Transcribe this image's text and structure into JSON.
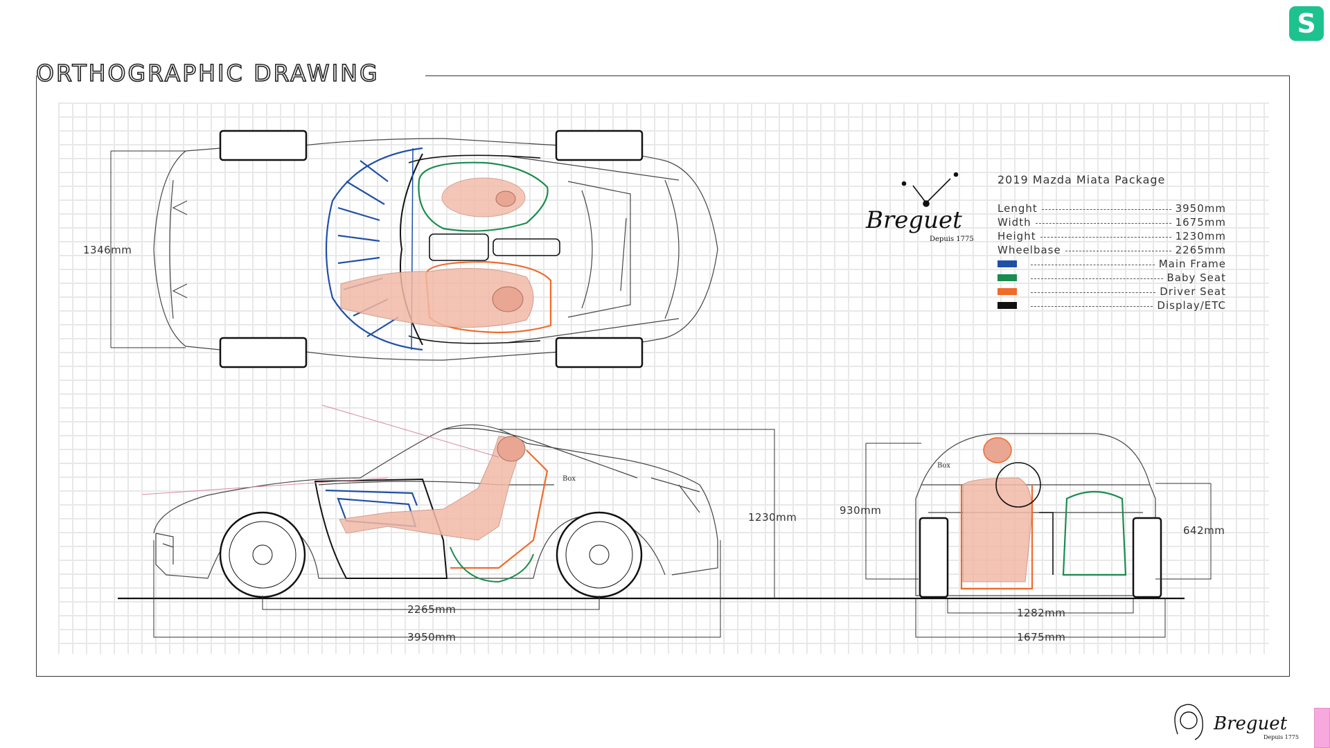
{
  "header": {
    "title": "ORTHOGRAPHIC DRAWING",
    "badge": "S"
  },
  "specs": {
    "title": "2019 Mazda Miata Package",
    "rows": [
      {
        "label": "Lenght",
        "value": "3950mm"
      },
      {
        "label": "Width",
        "value": "1675mm"
      },
      {
        "label": "Height",
        "value": "1230mm"
      },
      {
        "label": "Wheelbase",
        "value": "2265mm"
      }
    ]
  },
  "legend": [
    {
      "label": "Main Frame",
      "color": "#1f4fa8"
    },
    {
      "label": "Baby Seat",
      "color": "#1a8c4e"
    },
    {
      "label": "Driver Seat",
      "color": "#f06a2a"
    },
    {
      "label": "Display/ETC",
      "color": "#111111"
    }
  ],
  "dimensions": {
    "top_width": "1346mm",
    "side_height": "1230mm",
    "wheelbase": "2265mm",
    "length": "3950mm",
    "front_height": "930mm",
    "front_side_height": "642mm",
    "track": "1282mm",
    "front_width": "1675mm",
    "box_side": "Box",
    "box_front": "Box"
  },
  "brand": {
    "name": "Breguet",
    "since": "Depuis 1775"
  },
  "colors": {
    "frame": "#1f4fa8",
    "baby": "#1a8c4e",
    "driver": "#f06a2a",
    "skin": "#f2b9a6",
    "badge": "#1dc28f"
  }
}
